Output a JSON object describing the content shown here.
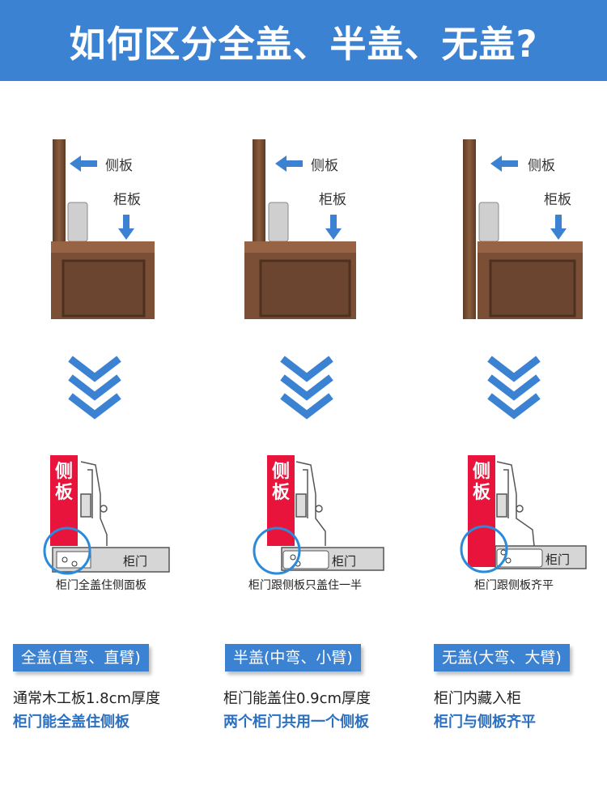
{
  "header": {
    "title": "如何区分全盖、半盖、无盖?"
  },
  "columns": [
    {
      "label_side": "侧板",
      "label_door": "柜板",
      "diagram_side": "侧板",
      "diagram_door": "柜门",
      "caption": "柜门全盖住侧面板",
      "badge": "全盖(直弯、直臂)",
      "desc1": "通常木工板1.8cm厚度",
      "desc2": "柜门能全盖住侧板"
    },
    {
      "label_side": "侧板",
      "label_door": "柜板",
      "diagram_side": "侧板",
      "diagram_door": "柜门",
      "caption": "柜门跟侧板只盖住一半",
      "badge": "半盖(中弯、小臂)",
      "desc1": "柜门能盖住0.9cm厚度",
      "desc2": "两个柜门共用一个侧板"
    },
    {
      "label_side": "侧板",
      "label_door": "柜板",
      "diagram_side": "侧板",
      "diagram_door": "柜门",
      "caption": "柜门跟侧板齐平",
      "badge": "无盖(大弯、大臂)",
      "desc1": "柜门内藏入柜",
      "desc2": "柜门与侧板齐平"
    }
  ],
  "colors": {
    "accent": "#3c82d2",
    "side_red": "#e8143c",
    "wood": "#7a4f35",
    "text_blue": "#2b6fc0"
  },
  "icons": [
    "arrow-left-icon",
    "arrow-down-icon",
    "chevron-down-icon",
    "hinge-icon",
    "circle-highlight-icon"
  ]
}
